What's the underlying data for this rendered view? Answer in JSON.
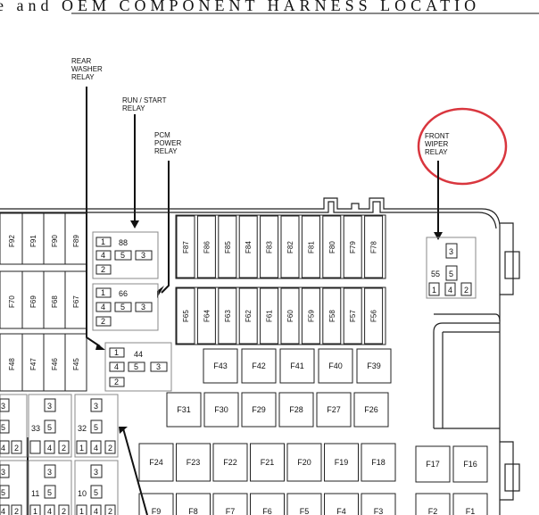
{
  "header": {
    "text": "e and OEM COMPONENT HARNESS LOCATIO"
  },
  "callouts": {
    "rear_washer": [
      "REAR",
      "WASHER",
      "RELAY"
    ],
    "run_start": [
      "RUN / START",
      "RELAY"
    ],
    "pcm_power": [
      "PCM",
      "POWER",
      "RELAY"
    ],
    "front_wiper": [
      "FRONT",
      "WIPER",
      "RELAY"
    ]
  },
  "fuses": {
    "left_top": [
      "F92",
      "F91",
      "F90",
      "F89"
    ],
    "left_mid": [
      "F70",
      "F69",
      "F68",
      "F67"
    ],
    "left_low": [
      "F48",
      "F47",
      "F46",
      "F45"
    ],
    "top_row": [
      "F87",
      "F86",
      "F85",
      "F84",
      "F83",
      "F82",
      "F81",
      "F80",
      "F79",
      "F78"
    ],
    "mid_row": [
      "F65",
      "F64",
      "F63",
      "F62",
      "F61",
      "F60",
      "F59",
      "F58",
      "F57",
      "F56"
    ],
    "row_43": [
      "F43",
      "F42",
      "F41",
      "F40",
      "F39"
    ],
    "row_31": [
      "F31",
      "F30",
      "F29",
      "F28",
      "F27",
      "F26"
    ],
    "row_24": [
      "F24",
      "F23",
      "F22",
      "F21",
      "F20",
      "F19",
      "F18"
    ],
    "row_17": [
      "F17",
      "F16"
    ],
    "row_9": [
      "F9",
      "F8",
      "F7",
      "F6",
      "F5",
      "F4",
      "F3"
    ],
    "row_2": [
      "F2",
      "F1"
    ]
  },
  "relays": {
    "r88": {
      "id": "88",
      "pins": [
        "1",
        "4",
        "5",
        "3",
        "2"
      ]
    },
    "r66": {
      "id": "66",
      "pins": [
        "1",
        "4",
        "5",
        "3",
        "2"
      ]
    },
    "r44": {
      "id": "44",
      "pins": [
        "1",
        "4",
        "5",
        "3",
        "2"
      ]
    },
    "r55": {
      "id": "55",
      "pins": [
        "3",
        "5",
        "1",
        "4",
        "2"
      ]
    },
    "r33": {
      "id": "33",
      "pins": [
        "3",
        "5",
        "4",
        "2"
      ]
    },
    "r32": {
      "id": "32",
      "pins": [
        "3",
        "5",
        "1",
        "4",
        "2"
      ]
    },
    "r11": {
      "id": "11",
      "pins": [
        "3",
        "5"
      ]
    },
    "r10": {
      "id": "10",
      "pins": [
        "3",
        "5",
        "1",
        "4",
        "2"
      ]
    },
    "left_col": {
      "pins": [
        "3",
        "5",
        "4",
        "2",
        "3",
        "5"
      ]
    },
    "bottom_pins": [
      "3",
      "5",
      "4",
      "2",
      "1",
      "4",
      "2",
      "1",
      "4",
      "2"
    ]
  }
}
